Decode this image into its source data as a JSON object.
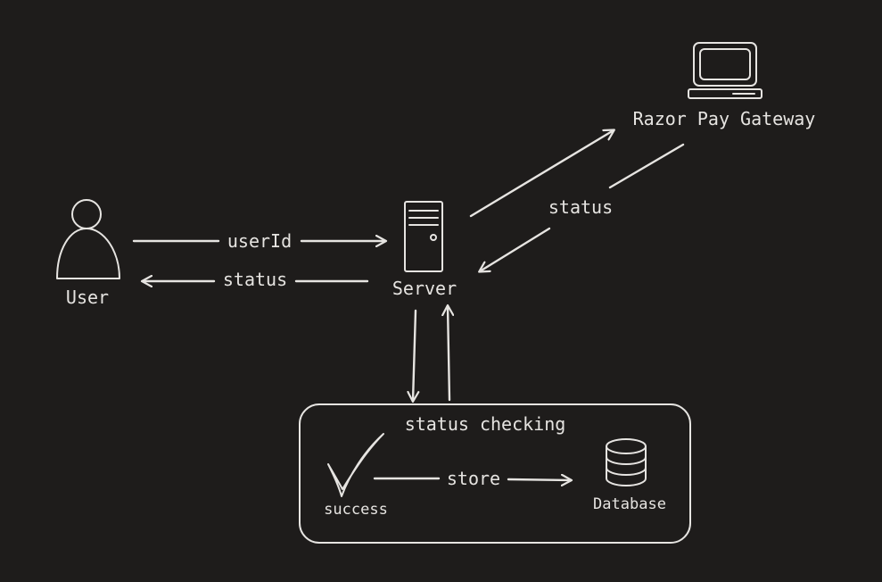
{
  "nodes": {
    "user": "User",
    "server": "Server",
    "gateway": "Razor Pay Gateway",
    "success": "success",
    "database": "Database",
    "group": "status checking"
  },
  "edges": {
    "user_to_server": "userId",
    "server_to_user": "status",
    "gateway_to_server": "status",
    "success_to_database": "store"
  },
  "colors": {
    "background": "#1e1c1b",
    "stroke": "#e6e4e1"
  }
}
